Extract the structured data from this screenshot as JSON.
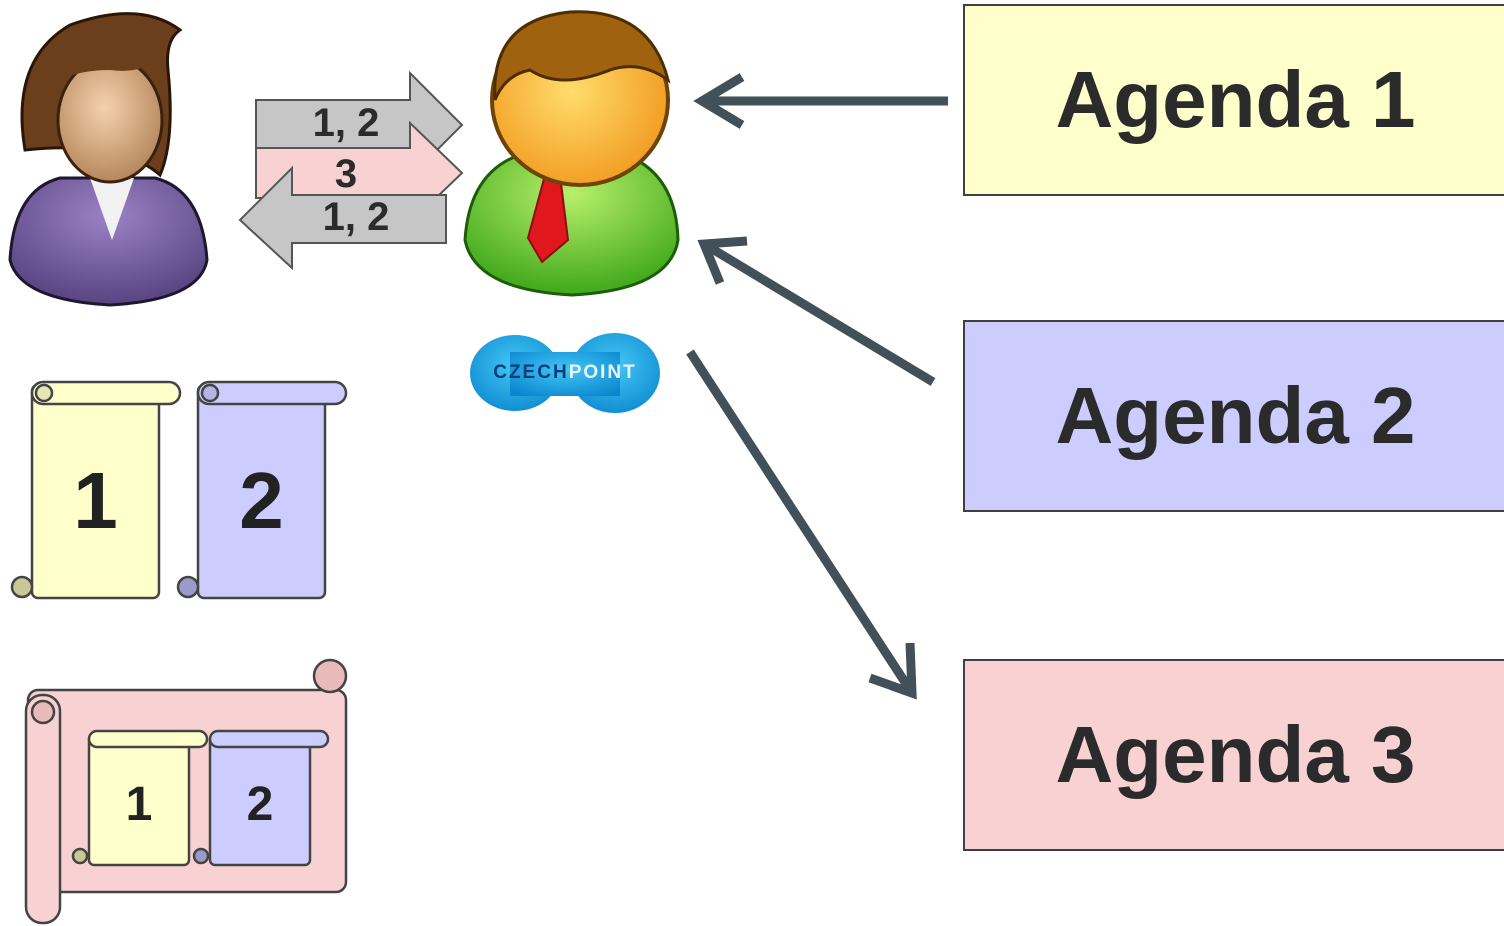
{
  "agendas": [
    {
      "label": "Agenda 1",
      "color": "#ffffcc"
    },
    {
      "label": "Agenda 2",
      "color": "#ccccff"
    },
    {
      "label": "Agenda 3",
      "color": "#f8d2d2"
    }
  ],
  "exchange_arrows": {
    "top": "1, 2",
    "middle": "3",
    "bottom": "1, 2"
  },
  "documents": {
    "doc1": "1",
    "doc2": "2",
    "combined_doc1": "1",
    "combined_doc2": "2"
  },
  "logo": {
    "part1": "CZECH",
    "part2": "POINT"
  },
  "icons": [
    "client-woman-icon",
    "clerk-man-icon",
    "czechpoint-logo"
  ],
  "colors": {
    "arrow": "#415059",
    "doc1": "#ffffcc",
    "doc2": "#ccccff",
    "doc3": "#f8d2d2",
    "grey_arrow": "#c6c6c6"
  }
}
